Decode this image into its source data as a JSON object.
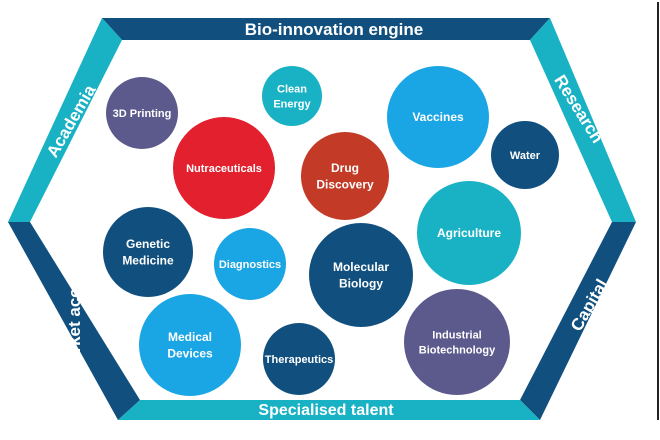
{
  "sides": {
    "top": "Bio-innovation engine",
    "upper_left": "Academia",
    "upper_right": "Research",
    "lower_left": "Market access",
    "lower_right": "Capital",
    "bottom": "Specialised talent"
  },
  "colors": {
    "dark_blue": "#11507e",
    "light_blue": "#1aa6e4",
    "teal": "#19b2c4",
    "red": "#e2202e",
    "rust": "#c33a27",
    "purple": "#5c5a8c"
  },
  "bubbles": [
    {
      "id": "3d-printing",
      "lines": [
        "3D Printing"
      ],
      "color": "purple"
    },
    {
      "id": "clean-energy",
      "lines": [
        "Clean",
        "Energy"
      ],
      "color": "teal"
    },
    {
      "id": "vaccines",
      "lines": [
        "Vaccines"
      ],
      "color": "light_blue"
    },
    {
      "id": "water",
      "lines": [
        "Water"
      ],
      "color": "dark_blue"
    },
    {
      "id": "nutraceuticals",
      "lines": [
        "Nutraceuticals"
      ],
      "color": "red"
    },
    {
      "id": "drug-discovery",
      "lines": [
        "Drug",
        "Discovery"
      ],
      "color": "rust"
    },
    {
      "id": "agriculture",
      "lines": [
        "Agriculture"
      ],
      "color": "teal"
    },
    {
      "id": "genetic-medicine",
      "lines": [
        "Genetic",
        "Medicine"
      ],
      "color": "dark_blue"
    },
    {
      "id": "diagnostics",
      "lines": [
        "Diagnostics"
      ],
      "color": "light_blue"
    },
    {
      "id": "molecular-biology",
      "lines": [
        "Molecular",
        "Biology"
      ],
      "color": "dark_blue"
    },
    {
      "id": "medical-devices",
      "lines": [
        "Medical",
        "Devices"
      ],
      "color": "light_blue"
    },
    {
      "id": "therapeutics",
      "lines": [
        "Therapeutics"
      ],
      "color": "dark_blue"
    },
    {
      "id": "industrial-biotechnology",
      "lines": [
        "Industrial",
        "Biotechnology"
      ],
      "color": "purple"
    }
  ]
}
